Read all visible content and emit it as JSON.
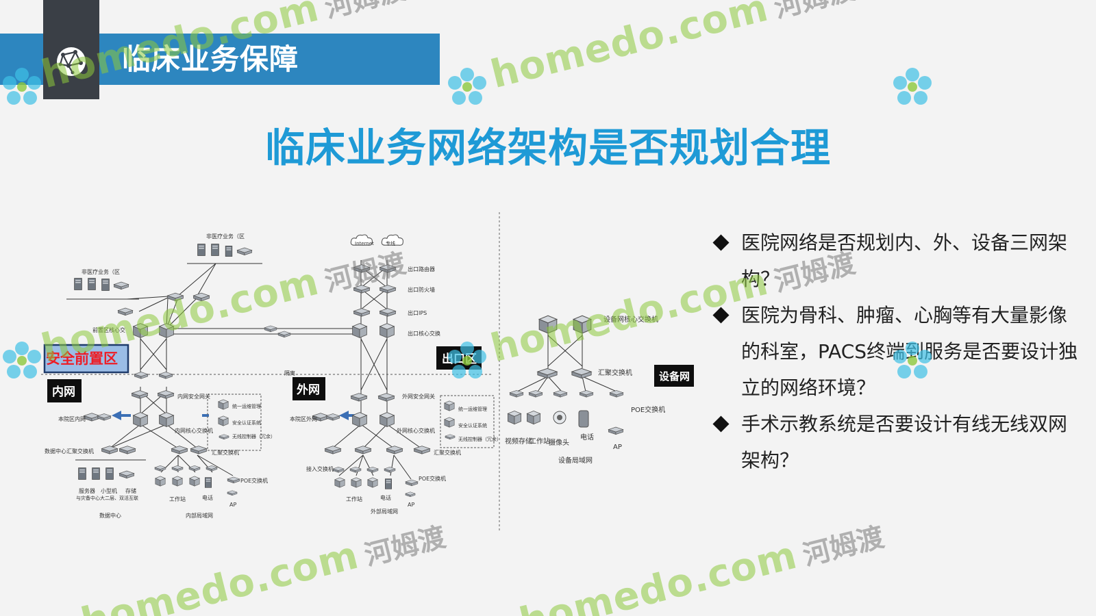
{
  "header": {
    "title": "临床业务保障"
  },
  "slide": {
    "title": "临床业务网络架构是否规划合理"
  },
  "bullets": [
    "医院网络是否规划内、外、设备三网架构？",
    "医院为骨科、肿瘤、心胸等有大量影像的科室，PACS终端到服务是否要设计独立的网络环境？",
    "手术示教系统是否要设计有线无线双网架构？"
  ],
  "diagram": {
    "zones": {
      "safety": "安全前置区",
      "inner": "内网",
      "outer": "外网",
      "exit": "出口区",
      "device": "设备网"
    },
    "labels": {
      "top_biz_left": "非医疗业务（区",
      "top_biz_right": "非医疗业务（区",
      "front_core": "前置区核心交",
      "internet": "Internet",
      "isp": "专线",
      "exit_router": "出口路由器",
      "exit_fw": "出口防火墙",
      "exit_ips": "出口IPS",
      "exit_core": "出口核心交换",
      "isolate": "隔离",
      "inner_gw": "内网安全网关",
      "inner_core": "内网核心交换机",
      "other_inner": "本院区内网",
      "unified_mgmt_l": "统一运维管理",
      "auth_l": "安全认证系统",
      "wlc_l": "无线控制器（冗余）",
      "dc_agg": "数据中心汇聚交换机",
      "inner_agg": "汇聚交换机",
      "server": "服务器",
      "minicomputer": "小型机",
      "storage": "存储",
      "dc_note": "与灾备中心大二层、双活互联",
      "data_center": "数据中心",
      "workstation_l": "工作站",
      "phone_l": "电话",
      "ap_l": "AP",
      "poe_l": "POE交换机",
      "inner_lan": "内部局域网",
      "outer_gw": "外网安全网关",
      "outer_core": "外网核心交换机",
      "other_outer": "本院区外网",
      "unified_mgmt_r": "统一运维管理",
      "auth_r": "安全认证系统",
      "wlc_r": "无线控制器（冗余）",
      "outer_agg": "汇聚交换机",
      "access": "接入交换机",
      "workstation_r": "工作站",
      "phone_r": "电话",
      "ap_r": "AP",
      "poe_r": "POE交换机",
      "outer_lan": "外部局域网",
      "dev_core": "设备网核心交换机",
      "dev_agg": "汇聚交换机",
      "poe_d": "POE交换机",
      "video_storage": "视频存储",
      "workstation_d": "工作站",
      "camera": "摄像头",
      "phone_d": "电话",
      "ap_d": "AP",
      "device_lan": "设备局域网"
    }
  },
  "watermark": {
    "en": "homedo.com",
    "cn": "河姆渡"
  },
  "colors": {
    "header_bar": "#2d86bf",
    "header_block": "#3a3f46",
    "title": "#1e9ad6",
    "watermark_green": "#8cc83c",
    "watermark_cyan": "#3fc1e6"
  },
  "icons": {
    "header_logo": "network-globe-icon",
    "watermark": "flower-logo-icon"
  }
}
